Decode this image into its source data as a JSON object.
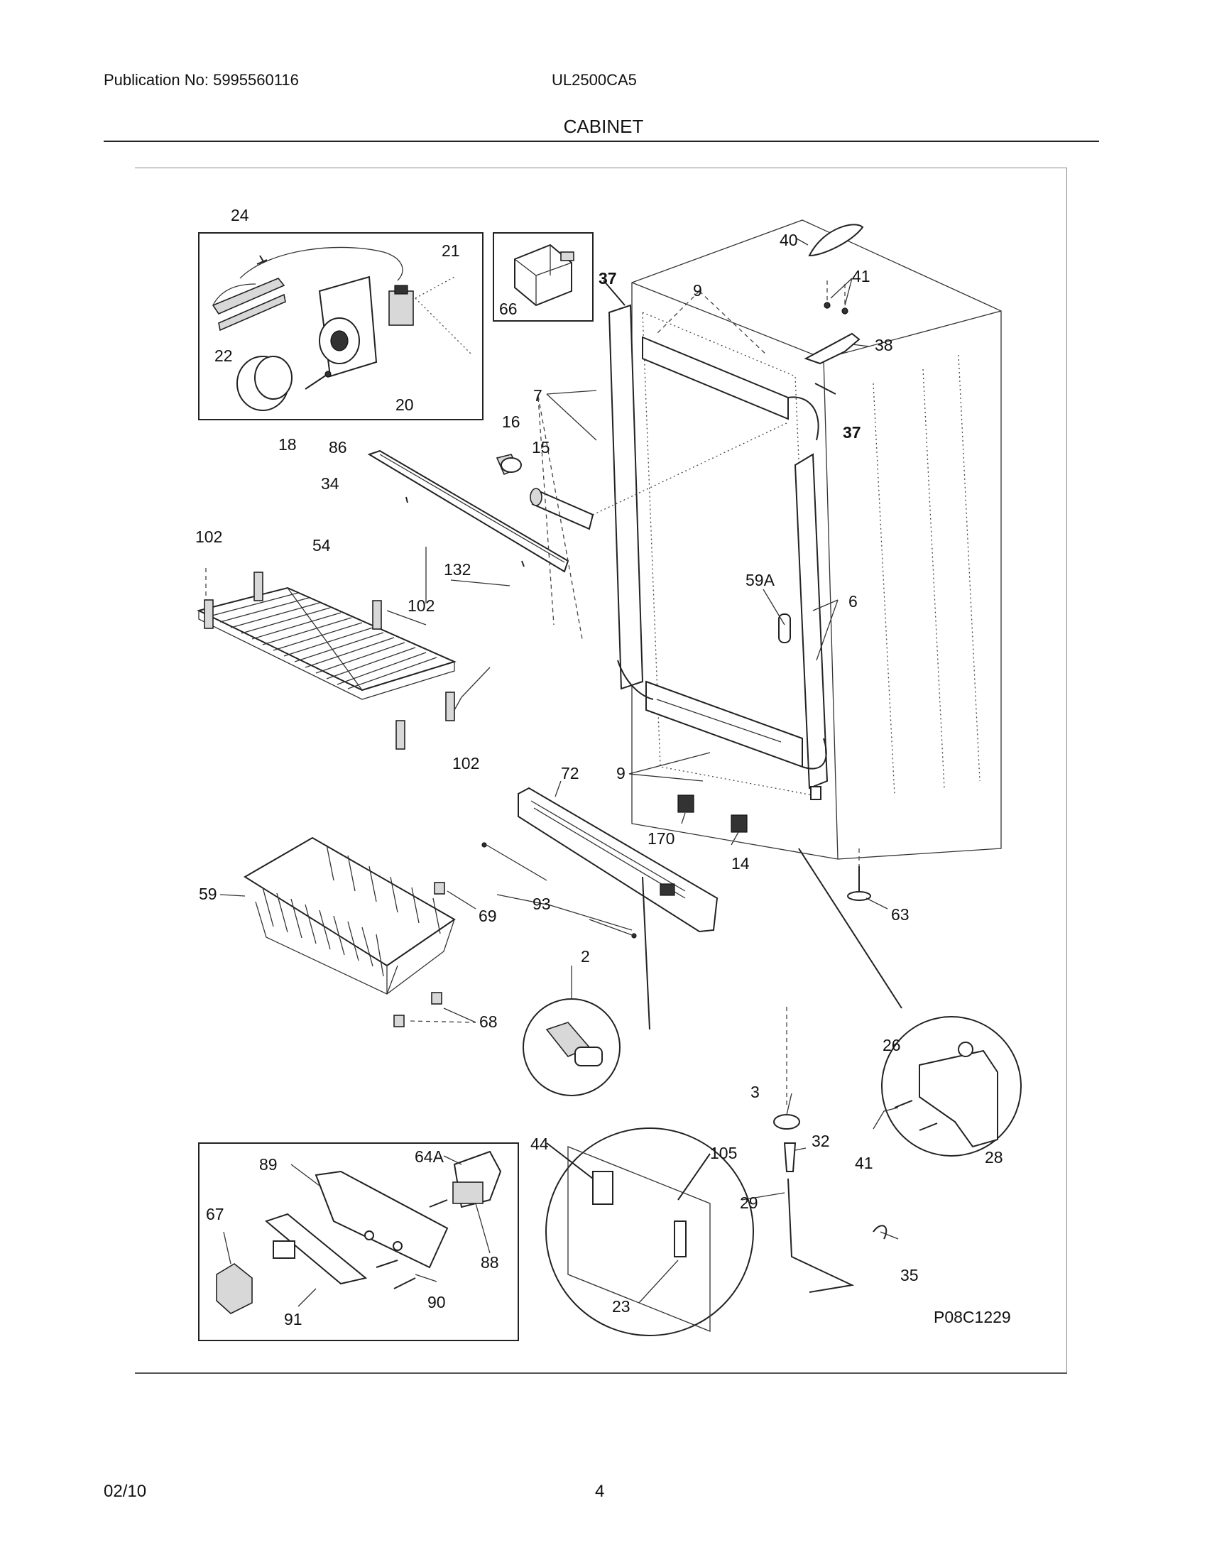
{
  "header": {
    "publication": "Publication No: 5995560116",
    "model": "UL2500CA5",
    "section_title": "CABINET"
  },
  "diagram": {
    "drawing_number": "P08C1229",
    "callouts": {
      "c24": "24",
      "c21": "21",
      "c66": "66",
      "c22": "22",
      "c20": "20",
      "c18": "18",
      "c86": "86",
      "c37a": "37",
      "c37b": "37",
      "c9a": "9",
      "c9b": "9",
      "c40": "40",
      "c41a": "41",
      "c41b": "41",
      "c38": "38",
      "c7": "7",
      "c16": "16",
      "c15": "15",
      "c34": "34",
      "c102a": "102",
      "c102b": "102",
      "c102c": "102",
      "c54": "54",
      "c132": "132",
      "c59A": "59A",
      "c6": "6",
      "c72": "72",
      "c170": "170",
      "c14": "14",
      "c59": "59",
      "c69": "69",
      "c93": "93",
      "c63": "63",
      "c2": "2",
      "c68": "68",
      "c26": "26",
      "c3": "3",
      "c32": "32",
      "c28": "28",
      "c44": "44",
      "c105": "105",
      "c29": "29",
      "c35": "35",
      "c23": "23",
      "c89": "89",
      "c64A": "64A",
      "c67": "67",
      "c88": "88",
      "c90": "90",
      "c91": "91"
    }
  },
  "footer": {
    "date": "02/10",
    "page_number": "4"
  }
}
